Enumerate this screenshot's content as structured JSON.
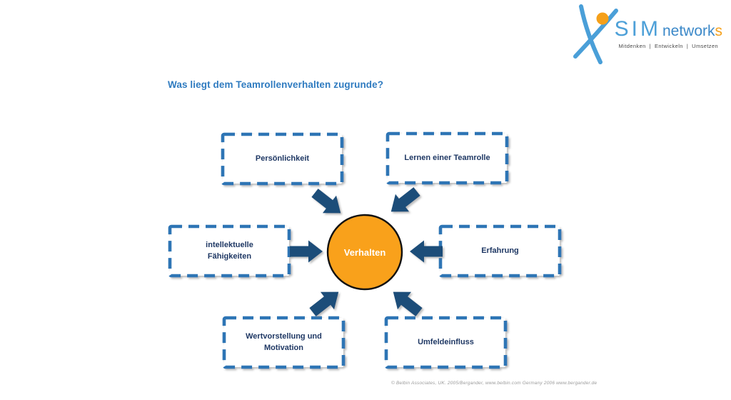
{
  "logo": {
    "brand_sim": "SIM",
    "brand_network": "network",
    "brand_s": "s",
    "tagline": "Mitdenken  |  Entwickeln  |  Umsetzen"
  },
  "title": "Was liegt dem Teamrollenverhalten zugrunde?",
  "diagram": {
    "center_label": "Verhalten",
    "boxes": [
      {
        "label": "Persönlichkeit"
      },
      {
        "label": "Lernen einer Teamrolle"
      },
      {
        "label": "intellektuelle\nFähigkeiten"
      },
      {
        "label": "Erfahrung"
      },
      {
        "label": "Wertvorstellung und\nMotivation"
      },
      {
        "label": "Umfeldeinfluss"
      }
    ]
  },
  "footer": "© Belbin Associates, UK. 2005/Bergander, www.belbin.com Germany 2006 www.bergander.de",
  "colors": {
    "box_border_blue": "#2E74B5",
    "arrow_navy": "#1F4E79",
    "box_text_navy": "#1F3864",
    "title_blue": "#2F7BC0",
    "circle_orange": "#F9A11B",
    "circle_outline": "#111111",
    "logo_light_blue": "#4DA0D8",
    "logo_text_blue": "#3B88C8",
    "logo_orange": "#F5A01A"
  }
}
